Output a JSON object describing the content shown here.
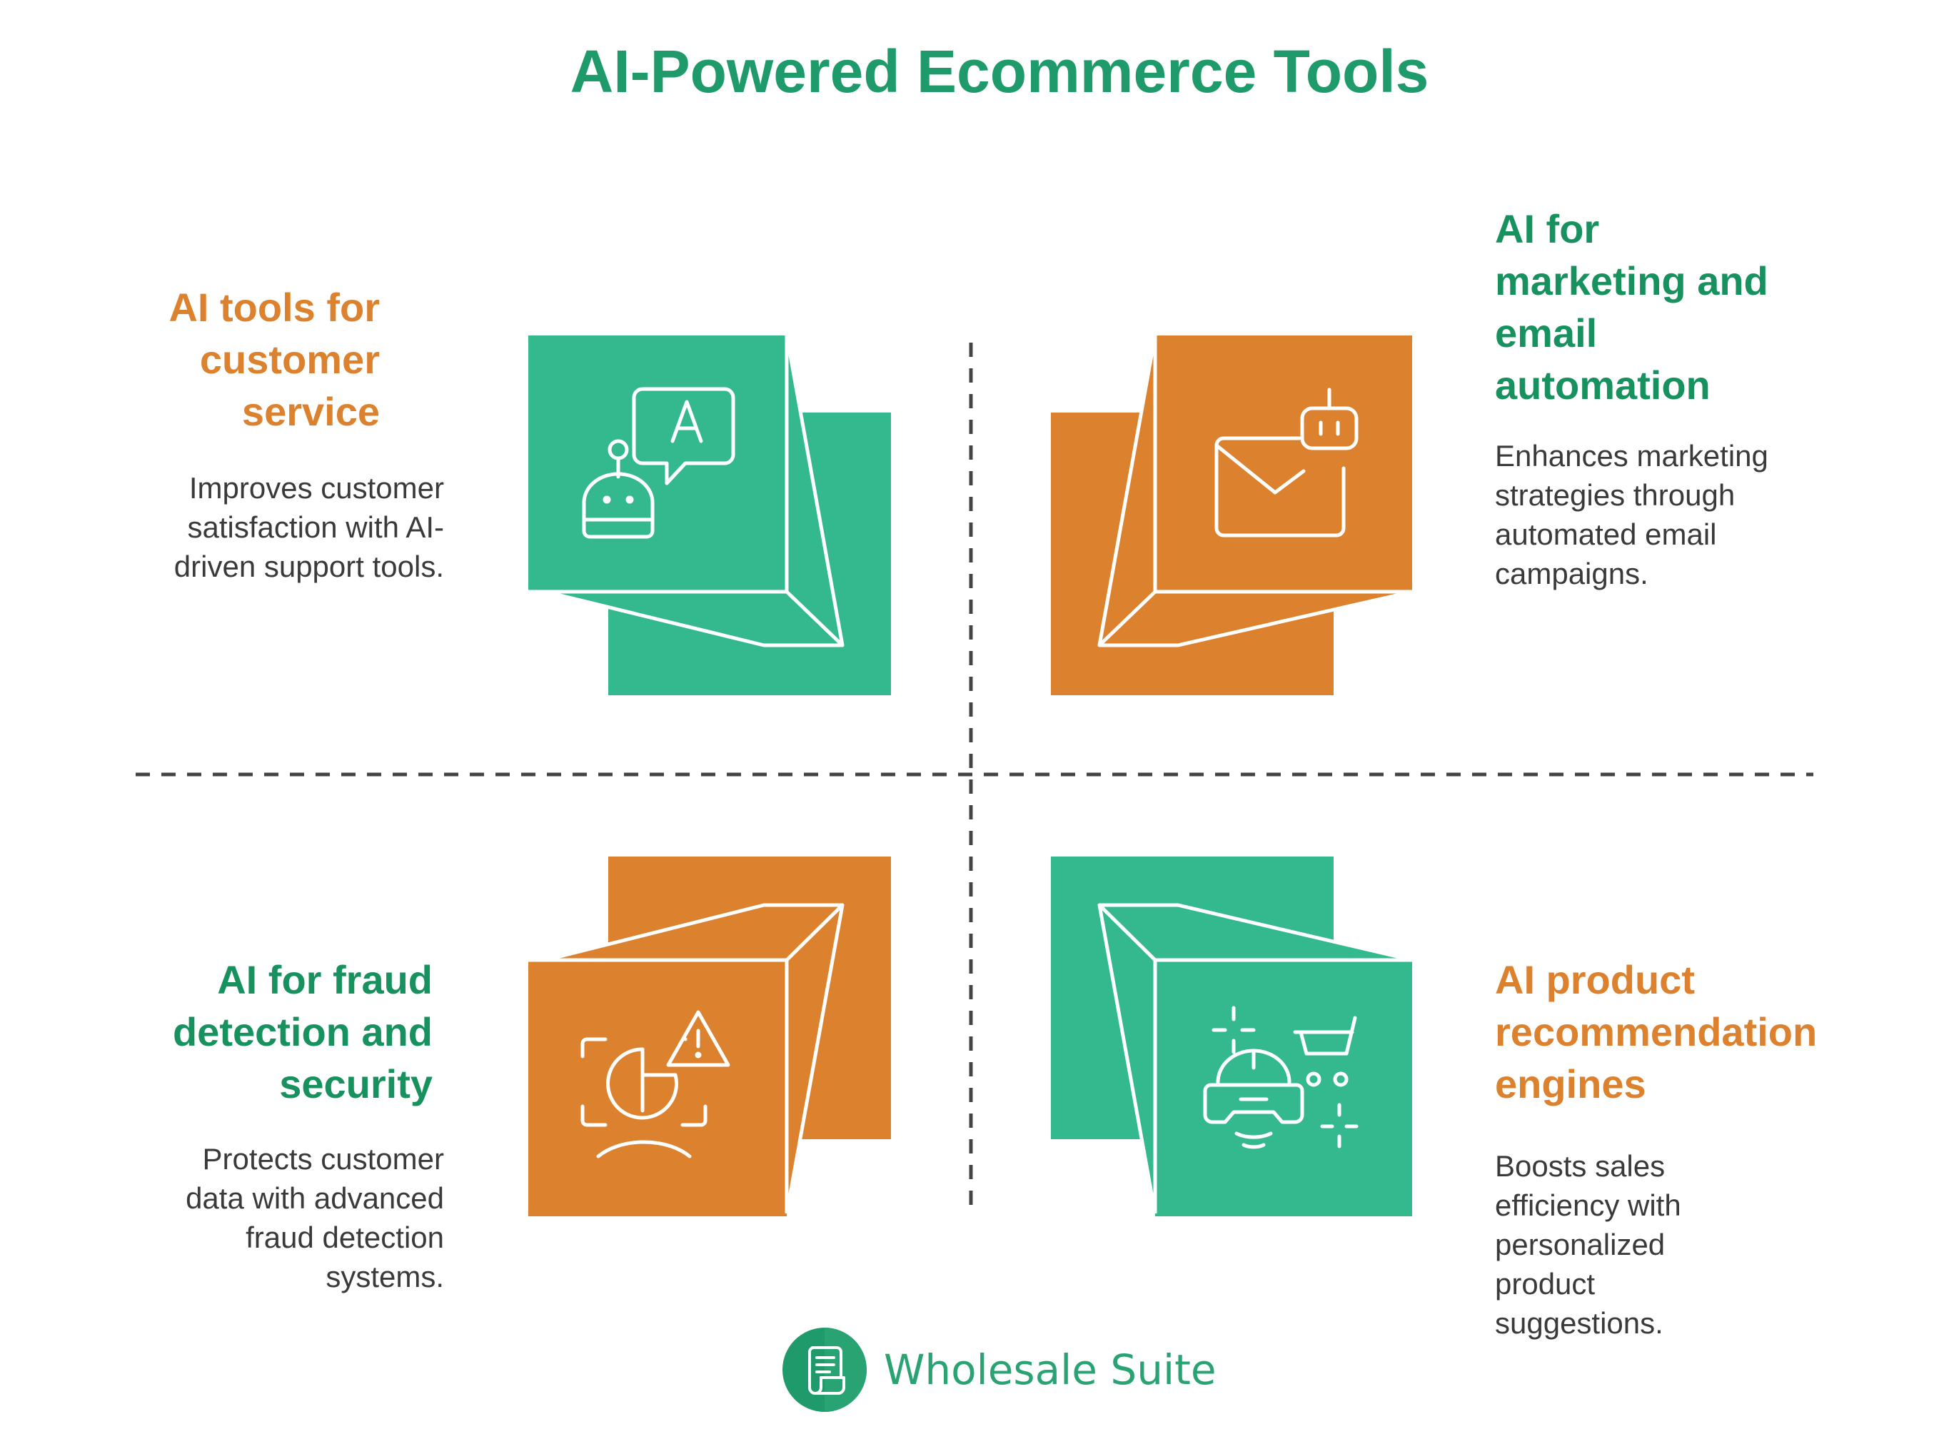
{
  "title": "AI-Powered Ecommerce Tools",
  "quadrants": {
    "top_left": {
      "heading_lines": [
        "AI tools for",
        "customer",
        "service"
      ],
      "desc_lines": [
        "Improves customer",
        "satisfaction with AI-",
        "driven support tools."
      ],
      "icon": "chatbot-icon",
      "color": "#dc822f"
    },
    "top_right": {
      "heading_lines": [
        "AI for",
        "marketing and",
        "email",
        "automation"
      ],
      "desc_lines": [
        "Enhances marketing",
        "strategies through",
        "automated email",
        "campaigns."
      ],
      "icon": "email-bot-icon",
      "color": "#17925f"
    },
    "bottom_left": {
      "heading_lines": [
        "AI for fraud",
        "detection and",
        "security"
      ],
      "desc_lines": [
        "Protects customer",
        "data with advanced",
        "fraud detection",
        "systems."
      ],
      "icon": "face-scan-warning-icon",
      "color": "#17925f"
    },
    "bottom_right": {
      "heading_lines": [
        "AI product",
        "recommendation",
        "engines"
      ],
      "desc_lines": [
        "Boosts sales",
        "efficiency with",
        "personalized",
        "product",
        "suggestions."
      ],
      "icon": "vr-shopping-icon",
      "color": "#dc822f"
    }
  },
  "colors": {
    "green_box": "#34b98f",
    "orange_box": "#dc822f",
    "title": "#1f9a6a"
  },
  "brand": {
    "name": "Wholesale Suite"
  }
}
